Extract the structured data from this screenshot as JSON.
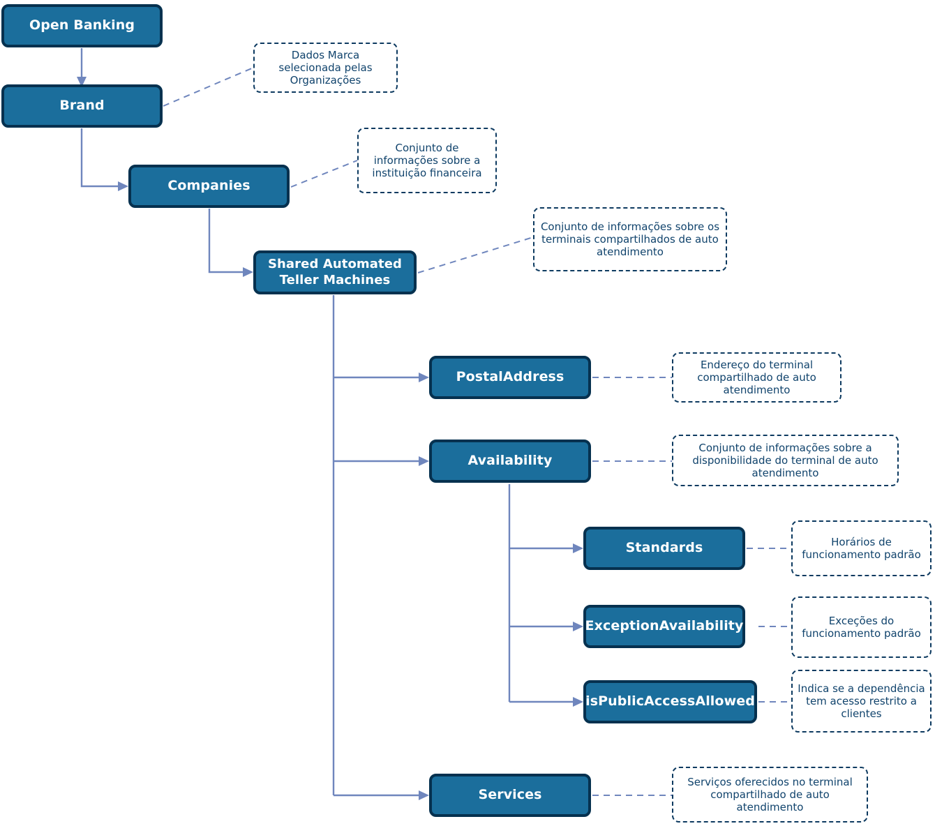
{
  "diagram": {
    "title": "Open Banking - Shared Automated Teller Machines",
    "colors": {
      "node_fill": "#1b6e9c",
      "node_border": "#06314f",
      "node_text": "#ffffff",
      "note_border": "#0d3a60",
      "note_text": "#10436c",
      "connector": "#6f86bd",
      "background": "#ffffff"
    },
    "nodes": [
      {
        "id": "open-banking",
        "label": "Open Banking"
      },
      {
        "id": "brand",
        "label": "Brand"
      },
      {
        "id": "companies",
        "label": "Companies"
      },
      {
        "id": "shared-atm",
        "label": "Shared Automated Teller Machines",
        "line1": "Shared Automated",
        "line2": "Teller Machines"
      },
      {
        "id": "postal-address",
        "label": "PostalAddress"
      },
      {
        "id": "availability",
        "label": "Availability"
      },
      {
        "id": "standards",
        "label": "Standards"
      },
      {
        "id": "exception-availability",
        "label": "ExceptionAvailability"
      },
      {
        "id": "is-public-access",
        "label": "isPublicAccessAllowed"
      },
      {
        "id": "services",
        "label": "Services"
      }
    ],
    "notes": [
      {
        "id": "note-brand",
        "for": "brand",
        "text": "Dados Marca selecionada pelas Organizações"
      },
      {
        "id": "note-companies",
        "for": "companies",
        "text": "Conjunto de informações sobre a instituição financeira"
      },
      {
        "id": "note-shared-atm",
        "for": "shared-atm",
        "text": "Conjunto de informações sobre os terminais compartilhados de auto atendimento"
      },
      {
        "id": "note-postal-address",
        "for": "postal-address",
        "text": "Endereço do terminal compartilhado de auto atendimento"
      },
      {
        "id": "note-availability",
        "for": "availability",
        "text": "Conjunto de informações sobre a disponibilidade do terminal de auto atendimento"
      },
      {
        "id": "note-standards",
        "for": "standards",
        "text": "Horários de funcionamento padrão"
      },
      {
        "id": "note-exception-availability",
        "for": "exception-availability",
        "text": "Exceções do funcionamento padrão"
      },
      {
        "id": "note-is-public-access",
        "for": "is-public-access",
        "text": "Indica se a dependência tem acesso restrito a clientes"
      },
      {
        "id": "note-services",
        "for": "services",
        "text": "Serviços oferecidos no terminal compartilhado de auto atendimento"
      }
    ],
    "edges": [
      {
        "from": "open-banking",
        "to": "brand"
      },
      {
        "from": "brand",
        "to": "companies"
      },
      {
        "from": "companies",
        "to": "shared-atm"
      },
      {
        "from": "shared-atm",
        "to": "postal-address"
      },
      {
        "from": "shared-atm",
        "to": "availability"
      },
      {
        "from": "shared-atm",
        "to": "services"
      },
      {
        "from": "availability",
        "to": "standards"
      },
      {
        "from": "availability",
        "to": "exception-availability"
      },
      {
        "from": "availability",
        "to": "is-public-access"
      }
    ]
  }
}
